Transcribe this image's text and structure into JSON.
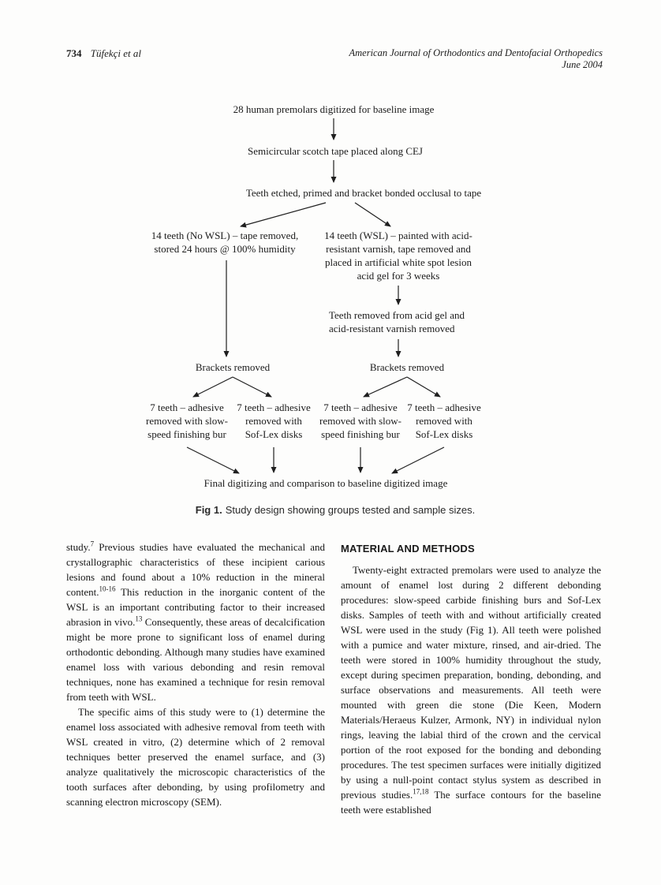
{
  "header": {
    "page_number": "734",
    "authors": "Tüfekçi et al",
    "journal": "American Journal of Orthodontics and Dentofacial Orthopedics",
    "issue": "June 2004"
  },
  "flowchart": {
    "baseline": "28 human premolars digitized for baseline image",
    "tape": "Semicircular scotch tape placed along CEJ",
    "etch": "Teeth etched, primed and bracket bonded occlusal to tape",
    "group_no_wsl": "14 teeth (No WSL) – tape removed,\nstored 24 hours @ 100% humidity",
    "group_wsl": "14 teeth (WSL) – painted with acid-\nresistant varnish, tape removed and\nplaced in artificial white spot lesion\nacid gel for 3 weeks",
    "acid_removed": "Teeth removed from acid gel and\nacid-resistant varnish removed",
    "brackets_left": "Brackets removed",
    "brackets_right": "Brackets removed",
    "leaf_bur_no_wsl": "7 teeth – adhesive\nremoved with slow-\nspeed finishing bur",
    "leaf_soflex_no_wsl": "7 teeth – adhesive\nremoved with\nSof-Lex disks",
    "leaf_bur_wsl": "7 teeth – adhesive\nremoved with slow-\nspeed finishing bur",
    "leaf_soflex_wsl": "7 teeth – adhesive\nremoved with\nSof-Lex disks",
    "final": "Final digitizing and comparison to baseline digitized image"
  },
  "figure_caption": {
    "label": "Fig 1.",
    "text": "Study design showing groups tested and sample sizes."
  },
  "left_column": {
    "p1": [
      {
        "text": "study."
      },
      {
        "sup": "7"
      },
      {
        "text": " Previous studies have evaluated the mechanical and crystallographic characteristics of these incipient carious lesions and found about a 10% reduction in the mineral content."
      },
      {
        "sup": "10-16"
      },
      {
        "text": " This reduction in the inorganic content of the WSL is an important contributing factor to their increased abrasion in vivo."
      },
      {
        "sup": "13"
      },
      {
        "text": " Consequently, these areas of decalcification might be more prone to significant loss of enamel during orthodontic debonding. Although many studies have examined enamel loss with various debonding and resin removal techniques, none has examined a technique for resin removal from teeth with WSL."
      }
    ],
    "p2": [
      {
        "text": "The specific aims of this study were to (1) determine the enamel loss associated with adhesive removal from teeth with WSL created in vitro, (2) determine which of 2 removal techniques better preserved the enamel surface, and (3) analyze qualitatively the microscopic characteristics of the tooth surfaces after debonding, by using profilometry and scanning electron microscopy (SEM)."
      }
    ]
  },
  "right_column": {
    "heading": "MATERIAL AND METHODS",
    "p1": [
      {
        "text": "Twenty-eight extracted premolars were used to analyze the amount of enamel lost during 2 different debonding procedures: slow-speed carbide finishing burs and Sof-Lex disks. Samples of teeth with and without artificially created WSL were used in the study (Fig 1). All teeth were polished with a pumice and water mixture, rinsed, and air-dried. The teeth were stored in 100% humidity throughout the study, except during specimen preparation, bonding, debonding, and surface observations and measurements. All teeth were mounted with green die stone (Die Keen, Modern Materials/Heraeus Kulzer, Armonk, NY) in individual nylon rings, leaving the labial third of the crown and the cervical portion of the root exposed for the bonding and debonding procedures. The test specimen surfaces were initially digitized by using a null-point contact stylus system as described in previous studies."
      },
      {
        "sup": "17,18"
      },
      {
        "text": " The surface contours for the baseline teeth were established"
      }
    ]
  },
  "colors": {
    "ink": "#1d1d1d",
    "background": "#fdfdfc"
  }
}
